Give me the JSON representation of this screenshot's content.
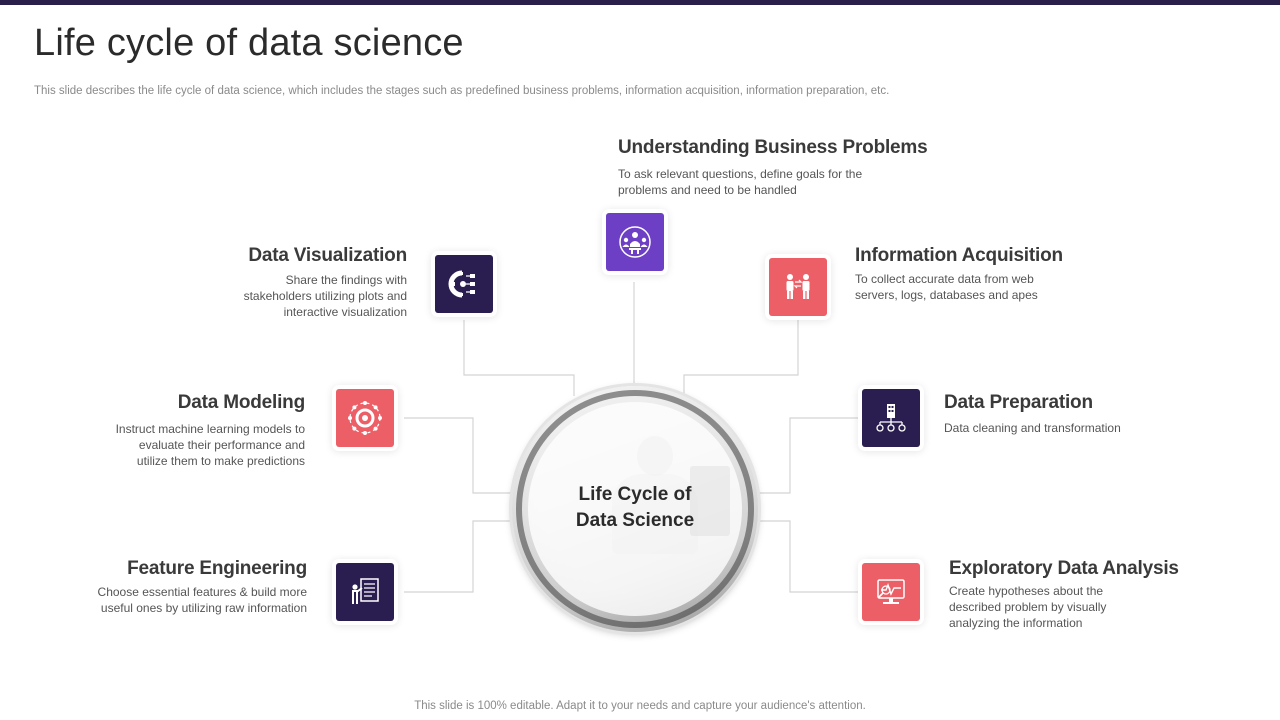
{
  "slide": {
    "title": "Life cycle of data science",
    "subtitle": "This slide describes the life cycle of data science, which includes the stages such as predefined business problems, information acquisition, information preparation, etc.",
    "footer": "This slide is 100% editable. Adapt it to your needs and capture your audience's attention."
  },
  "center": {
    "line1": "Life Cycle of",
    "line2": "Data Science"
  },
  "stages": {
    "understanding": {
      "title": "Understanding Business Problems",
      "desc_line1": "To ask relevant  questions, define goals for the",
      "desc_line2": "problems and need to be handled",
      "icon": "team-meeting-icon",
      "color": "#6c3fc4"
    },
    "acquisition": {
      "title": "Information Acquisition",
      "desc_line1": "To collect accurate data from web",
      "desc_line2": "servers,  logs, databases and apes",
      "icon": "people-exchange-icon",
      "color": "#ec5f67"
    },
    "preparation": {
      "title": "Data Preparation",
      "desc_line1": "Data cleaning and transformation",
      "icon": "hierarchy-icon",
      "color": "#2a1d4f"
    },
    "eda": {
      "title": "Exploratory Data Analysis",
      "desc_line1": "Create hypotheses about the",
      "desc_line2": "described problem  by visually",
      "desc_line3": "analyzing the information",
      "icon": "monitor-analysis-icon",
      "color": "#ec5f67"
    },
    "visualization": {
      "title": "Data Visualization",
      "desc_line1": "Share the findings with",
      "desc_line2": "stakeholders utilizing plots and",
      "desc_line3": "interactive visualization",
      "icon": "gear-list-icon",
      "color": "#2a1d4f"
    },
    "modeling": {
      "title": "Data Modeling",
      "desc_line1": "Instruct machine learning models to",
      "desc_line2": "evaluate  their performance  and",
      "desc_line3": "utilize them to make predictions",
      "icon": "gear-network-icon",
      "color": "#ec5f67"
    },
    "feature": {
      "title": "Feature Engineering",
      "desc_line1": "Choose essential features  & build more",
      "desc_line2": "useful ones by utilizing raw information",
      "icon": "presenter-board-icon",
      "color": "#2a1d4f"
    }
  }
}
